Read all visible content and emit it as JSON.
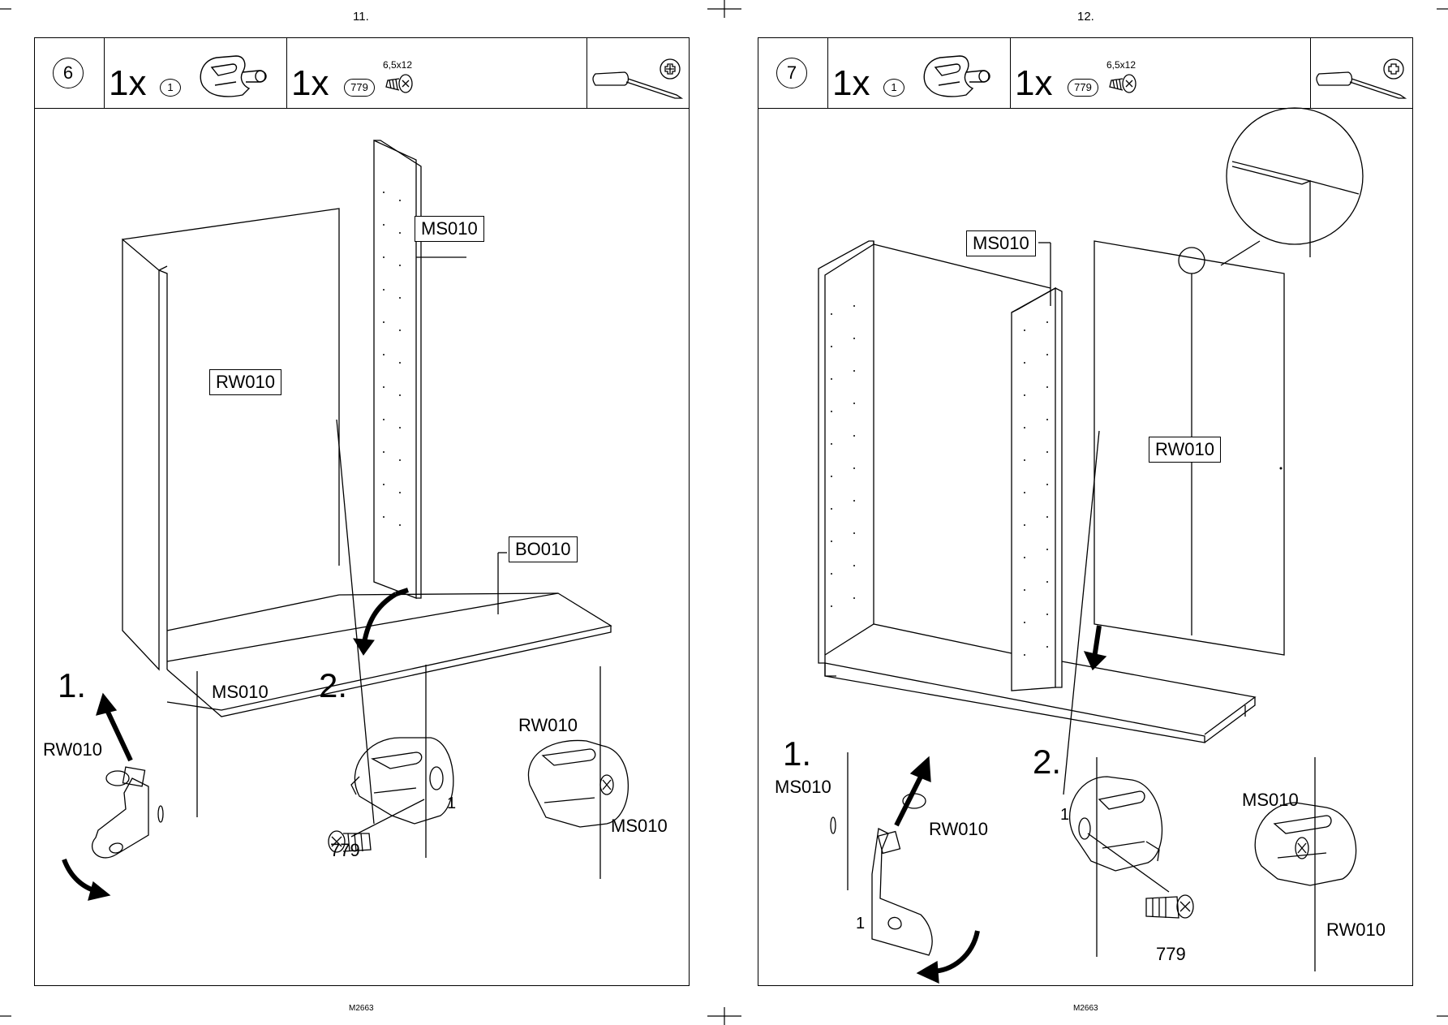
{
  "pages": [
    {
      "page_number": "11.",
      "step": "6",
      "header": {
        "item1_qty": "1x",
        "item1_code": "1",
        "item2_qty": "1x",
        "item2_code": "779",
        "item2_size": "6,5x12",
        "tool": "screwdriver-phillips"
      },
      "labels": {
        "ms010": "MS010",
        "rw010": "RW010",
        "bo010": "BO010"
      },
      "detail": {
        "step1": "1.",
        "step2": "2.",
        "ms010_a": "MS010",
        "rw010_a": "RW010",
        "rw010_b": "RW010",
        "ms010_b": "MS010",
        "part_1": "1",
        "part_779": "779"
      },
      "footer": "M2663"
    },
    {
      "page_number": "12.",
      "step": "7",
      "header": {
        "item1_qty": "1x",
        "item1_code": "1",
        "item2_qty": "1x",
        "item2_code": "779",
        "item2_size": "6,5x12",
        "tool": "screwdriver-phillips"
      },
      "labels": {
        "ms010": "MS010",
        "rw010": "RW010"
      },
      "detail": {
        "step1": "1.",
        "step2": "2.",
        "ms010_a": "MS010",
        "rw010_a": "RW010",
        "part_1a": "1",
        "part_1b": "1",
        "part_779": "779",
        "ms010_b": "MS010",
        "rw010_b": "RW010"
      },
      "footer": "M2663"
    }
  ]
}
